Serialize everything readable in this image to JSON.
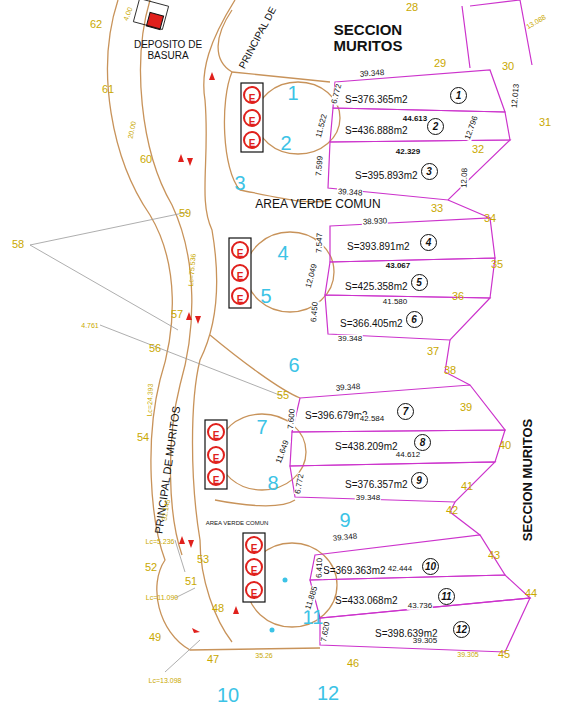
{
  "diagram": {
    "nodes": [
      {
        "text": [
          "S=376.365m2",
          "1"
        ]
      },
      {
        "text": [
          "S=436.888m2",
          "2"
        ]
      },
      {
        "text": [
          "S=395.893m2",
          "3"
        ]
      },
      {
        "text": [
          "S=393.891m2",
          "4"
        ]
      },
      {
        "text": [
          "S=425.358m2",
          "5"
        ]
      },
      {
        "text": [
          "S=366.405m2",
          "6"
        ]
      },
      {
        "text": [
          "S=396.679m2",
          "7"
        ]
      },
      {
        "text": [
          "S=438.209m2",
          "8"
        ]
      },
      {
        "text": [
          "S=376.357m2",
          "9"
        ]
      },
      {
        "text": [
          "S=369.363m2",
          "10"
        ]
      },
      {
        "text": [
          "S=433.068m2",
          "11"
        ]
      },
      {
        "text": [
          "S=398.639m2",
          "12"
        ]
      },
      {
        "text": [
          "E"
        ]
      },
      {
        "text": [
          "E"
        ]
      },
      {
        "text": [
          "E"
        ]
      },
      {
        "text": [
          "E"
        ]
      },
      {
        "text": [
          "E"
        ]
      },
      {
        "text": [
          "E"
        ]
      },
      {
        "text": [
          "E"
        ]
      },
      {
        "text": [
          "E"
        ]
      },
      {
        "text": [
          "E"
        ]
      },
      {
        "text": [
          "E"
        ]
      },
      {
        "text": [
          "E"
        ]
      },
      {
        "text": [
          "E"
        ]
      }
    ],
    "labels": [
      "SECCION MURITOS",
      "SECCION MURITOS",
      "AREA VERDE COMUN",
      "AREA VERDE COMUN",
      "DEPOSITO DE BASURA",
      "PRINCIPAL DE MURITOS",
      "PRINCIPAL DE",
      "1",
      "2",
      "3",
      "4",
      "5",
      "6",
      "7",
      "8",
      "9",
      "11",
      "10",
      "12",
      "39.348",
      "44.613",
      "42.329",
      "39.348",
      "38.930",
      "43.067",
      "41.580",
      "39.348",
      "39.348",
      "42.584",
      "44.612",
      "39.348",
      "39.348",
      "42.444",
      "43.736",
      "39.305",
      "6.772",
      "11.522",
      "7.599",
      "7.547",
      "12.049",
      "6.450",
      "7.600",
      "11.649",
      "6.772",
      "6.410",
      "11.885",
      "7.620",
      "12.013",
      "12.796",
      "12.08",
      "28",
      "29",
      "30",
      "31",
      "32",
      "33",
      "34",
      "35",
      "36",
      "37",
      "38",
      "39",
      "40",
      "41",
      "42",
      "43",
      "44",
      "45",
      "46",
      "47",
      "48",
      "49",
      "51",
      "52",
      "53",
      "54",
      "55",
      "56",
      "57",
      "58",
      "59",
      "60",
      "61",
      "62",
      "13.088",
      "Lc=75.536",
      "Lc=24.393",
      "32.145",
      "Lc=5.236",
      "Lc=11.090",
      "Lc=13.098",
      "4.761",
      "20.00",
      "35.26",
      "4.00",
      "39.305"
    ]
  }
}
